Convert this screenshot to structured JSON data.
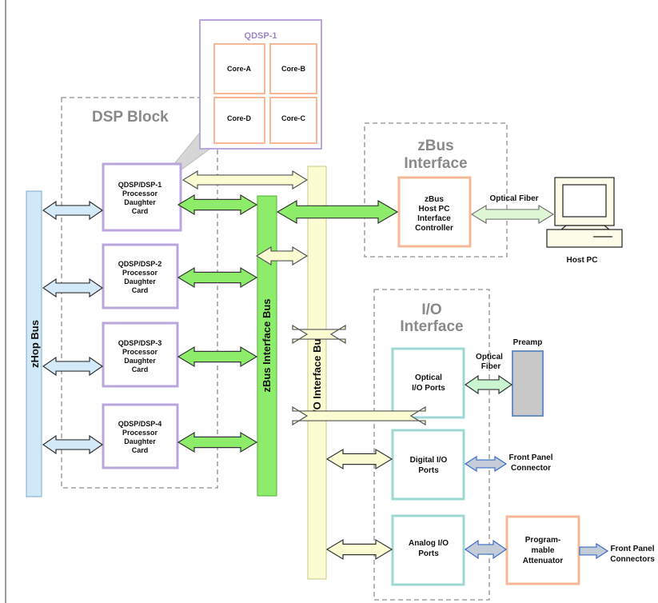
{
  "colors": {
    "dsp_border": "#b9a6dc",
    "zbus_border": "#f6b894",
    "io_border": "#9ed8d4",
    "zhop_bus_fill": "#cfe9f7",
    "zbus_bus_fill": "#8ded6b",
    "io_bus_fill": "#fbfcd2",
    "group_dash": "#9a9a9a",
    "preamp_fill": "#c8c8c8",
    "callout_fill": "#dcdcdc",
    "arrow_blue_fill": "#d4eaf8",
    "arrow_green_fill": "#8ded6b",
    "arrow_yellow_fill": "#fbfcd2",
    "arrow_fiber_fill": "#dff7d4",
    "arrow_io_green_fill": "#c9f5d0",
    "arrow_grey_blue_fill": "#c4ccd8"
  },
  "groups": {
    "dsp_block": "DSP Block",
    "zbus_interface": [
      "zBus",
      "Interface"
    ],
    "io_interface": [
      "I/O",
      "Interface"
    ]
  },
  "qdsp1": {
    "title": "QDSP-1",
    "cores": [
      "Core-A",
      "Core-B",
      "Core-D",
      "Core-C"
    ]
  },
  "dsp_cards": [
    [
      "QDSP/DSP-1",
      "Processor",
      "Daughter",
      "Card"
    ],
    [
      "QDSP/DSP-2",
      "Processor",
      "Daughter",
      "Card"
    ],
    [
      "QDSP/DSP-3",
      "Processor",
      "Daughter",
      "Card"
    ],
    [
      "QDSP/DSP-4",
      "Processor",
      "Daughter",
      "Card"
    ]
  ],
  "buses": {
    "zhop": "zHop Bus",
    "zbus": "zBus Interface Bus",
    "io": "I/O Interface Bus"
  },
  "zbus_controller": [
    "zBus",
    "Host PC",
    "Interface",
    "Controller"
  ],
  "optical_fiber_host": "Optical Fiber",
  "host_pc": "Host PC",
  "io_modules": {
    "optical": [
      "Optical",
      "I/O Ports"
    ],
    "digital": [
      "Digital I/O",
      "Ports"
    ],
    "analog": [
      "Analog I/O",
      "Ports"
    ]
  },
  "optical_fiber_preamp": [
    "Optical",
    "Fiber"
  ],
  "preamp": "Preamp",
  "front_panel_connector": [
    "Front Panel",
    "Connector"
  ],
  "attenuator": [
    "Program-",
    "mable",
    "Attenuator"
  ],
  "front_panel_connectors": [
    "Front Panel",
    "Connectors"
  ]
}
